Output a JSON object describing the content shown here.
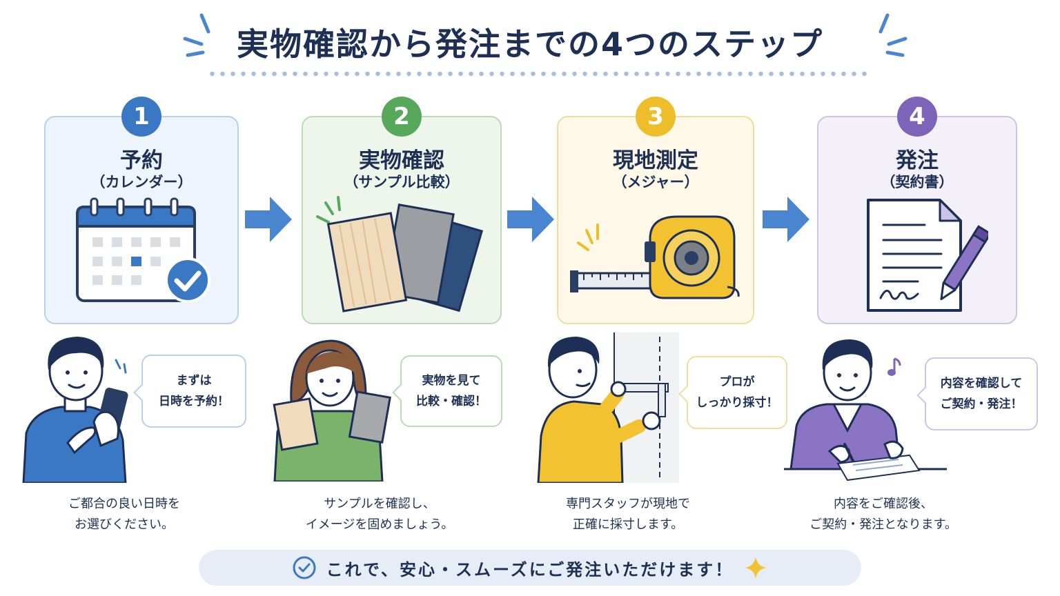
{
  "title": "実物確認から発注までの4つのステップ",
  "steps": [
    {
      "number": "1",
      "title": "予約",
      "subtitle": "（カレンダー）",
      "bubble": [
        "まずは",
        "日時を予約！"
      ],
      "caption": [
        "ご都合の良い日時を",
        "お選びください。"
      ],
      "illustration": "calendar-icon",
      "color": "#3a78c4",
      "card_bg": "#eef4fc",
      "card_border": "#b8cfee"
    },
    {
      "number": "2",
      "title": "実物確認",
      "subtitle": "（サンプル比較）",
      "bubble": [
        "実物を見て",
        "比較・確認！"
      ],
      "caption": [
        "サンプルを確認し、",
        "イメージを固めましょう。"
      ],
      "illustration": "material-samples-icon",
      "color": "#58a85c",
      "card_bg": "#eef6ec",
      "card_border": "#b9dcb5"
    },
    {
      "number": "3",
      "title": "現地測定",
      "subtitle": "（メジャー）",
      "bubble": [
        "プロが",
        "しっかり採寸！"
      ],
      "caption": [
        "専門スタッフが現地で",
        "正確に採寸します。"
      ],
      "illustration": "tape-measure-icon",
      "color": "#eebd2a",
      "card_bg": "#fdf8e8",
      "card_border": "#f0dda0"
    },
    {
      "number": "4",
      "title": "発注",
      "subtitle": "（契約書）",
      "bubble": [
        "内容を確認して",
        "ご契約・発注！"
      ],
      "caption": [
        "内容をご確認後、",
        "ご契約・発注となります。"
      ],
      "illustration": "contract-document-icon",
      "color": "#7e64b8",
      "card_bg": "#f3f0f9",
      "card_border": "#cdc3e6"
    }
  ],
  "banner": {
    "text": "これで、安心・スムーズにご発注いただけます！",
    "icon": "check-circle-icon",
    "accent_icon": "sparkle-icon",
    "color": "#3a78c4",
    "bg": "#e6edf7"
  },
  "arrow_color": "#4a86cf"
}
